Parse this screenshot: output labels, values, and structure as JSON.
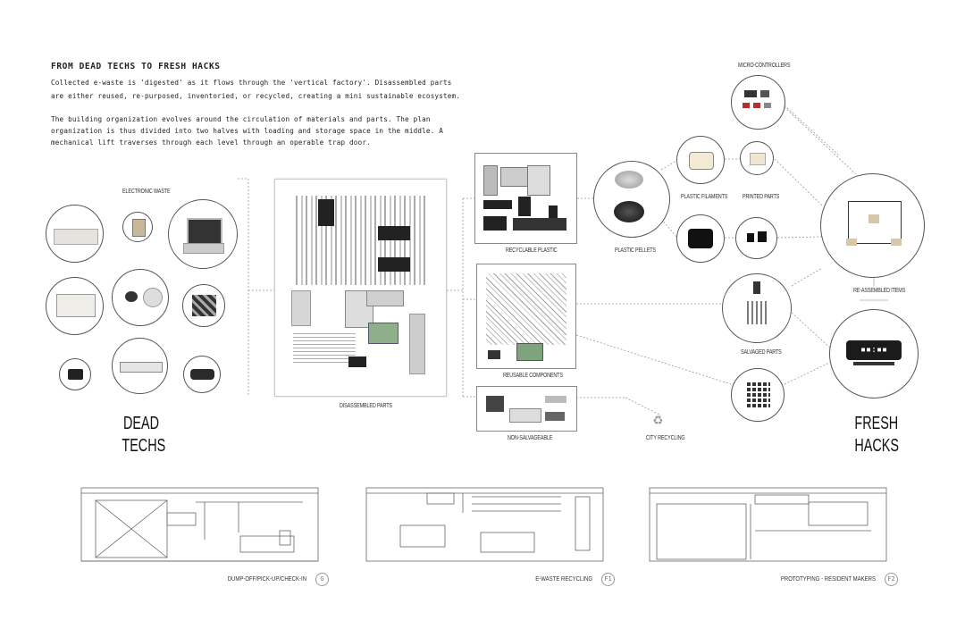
{
  "heading": {
    "title": "FROM DEAD TECHS TO FRESH HACKS",
    "para1_line1": "Collected e-waste is 'digested' as it flows through the 'vertical factory'. Disassembled parts",
    "para1_line2": "are either reused, re-purposed, inventoried, or recycled, creating a mini sustainable ecosystem.",
    "para2_line1": "The building organization evolves around the circulation of materials and parts. The plan",
    "para2_line2": "organization is thus divided into two halves with loading and storage space in the middle. A",
    "para2_line3": "mechanical lift traverses through each level through an operable trap door."
  },
  "labels": {
    "electronic_waste": "ELECTRONIC WASTE",
    "dead_line1": "DEAD",
    "dead_line2": "TECHS",
    "disassembled_parts": "DISASSEMBLED PARTS",
    "recyclable_plastic": "RECYCLABLE PLASTIC",
    "reusable_components": "REUSABLE COMPONENTS",
    "non_salvageable": "NON-SALVAGEABLE",
    "plastic_pellets": "PLASTIC PELLETS",
    "plastic_filaments": "PLASTIC FILAMENTS",
    "printed_parts": "PRINTED PARTS",
    "micro_controllers": "MICRO-CONTROLLERS",
    "salvaged_parts": "SALVAGED PARTS",
    "city_recycling": "CITY RECYCLING",
    "reassembled_items": "RE-ASSEMBLED ITEMS",
    "fresh_line1": "FRESH",
    "fresh_line2": "HACKS"
  },
  "floor_plans": [
    {
      "label": "DUMP-OFF/PICK-UP/CHECK-IN",
      "badge": "G"
    },
    {
      "label": "E-WASTE RECYCLING",
      "badge": "F1"
    },
    {
      "label": "PROTOTYPING - RESIDENT MAKERS",
      "badge": "F2"
    }
  ],
  "colors": {
    "line": "#555555",
    "dash": "#999999",
    "accent": "#b03030"
  }
}
